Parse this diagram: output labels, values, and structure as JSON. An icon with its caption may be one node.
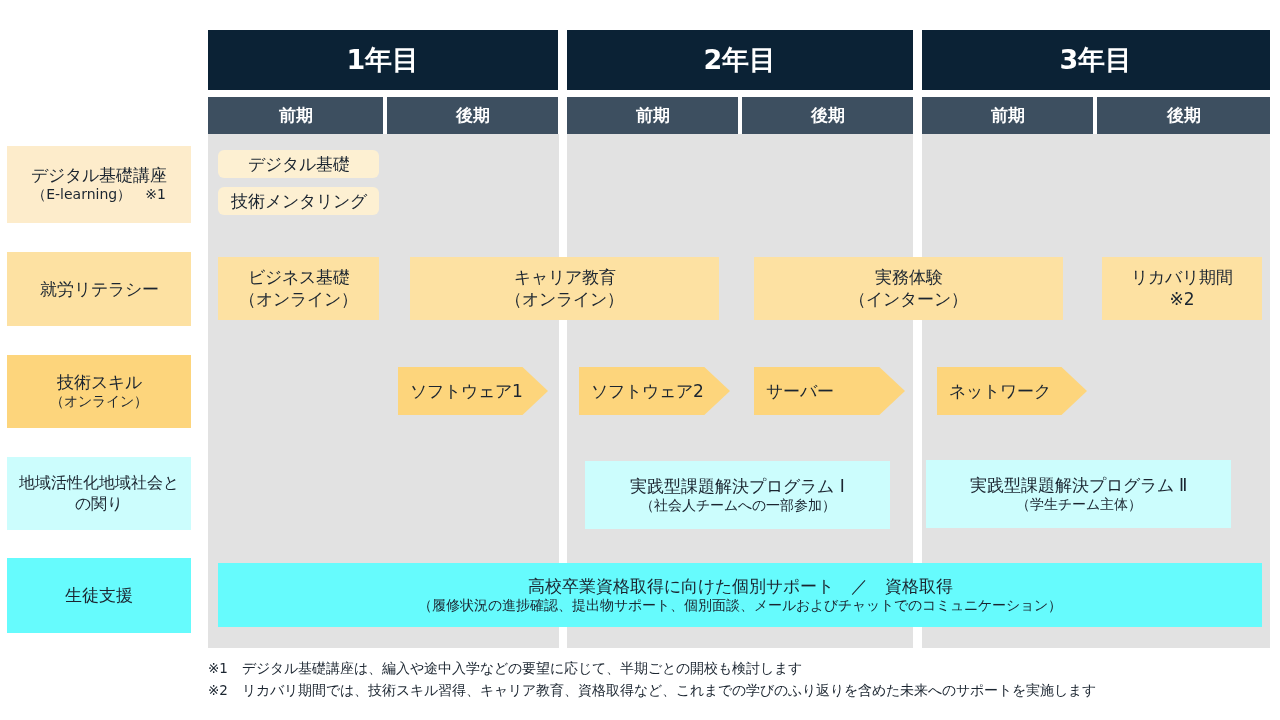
{
  "diagram": {
    "nodes": [
      {
        "text": [
          "1年目"
        ]
      },
      {
        "text": [
          "2年目"
        ]
      },
      {
        "text": [
          "3年目"
        ]
      },
      {
        "text": [
          "前期"
        ]
      },
      {
        "text": [
          "後期"
        ]
      },
      {
        "text": [
          "前期"
        ]
      },
      {
        "text": [
          "後期"
        ]
      },
      {
        "text": [
          "前期"
        ]
      },
      {
        "text": [
          "後期"
        ]
      },
      {
        "text": [
          "デジタル基礎講座",
          "（E-learning）　※1"
        ]
      },
      {
        "text": [
          "デジタル基礎"
        ]
      },
      {
        "text": [
          "技術メンタリング"
        ]
      },
      {
        "text": [
          "就労リテラシー"
        ]
      },
      {
        "text": [
          "ビジネス基礎",
          "（オンライン）"
        ]
      },
      {
        "text": [
          "キャリア教育",
          "（オンライン）"
        ]
      },
      {
        "text": [
          "実務体験",
          "（インターン）"
        ]
      },
      {
        "text": [
          "リカバリ期間",
          "※2"
        ]
      },
      {
        "text": [
          "技術スキル",
          "（オンライン）"
        ]
      },
      {
        "text": [
          "ソフトウェア1"
        ]
      },
      {
        "text": [
          "ソフトウェア2"
        ]
      },
      {
        "text": [
          "サーバー"
        ]
      },
      {
        "text": [
          "ネットワーク"
        ]
      },
      {
        "text": [
          "地域活性化地域社会との関り"
        ]
      },
      {
        "text": [
          "実践型課題解決プログラム Ⅰ",
          "（社会人チームへの一部参加）"
        ]
      },
      {
        "text": [
          "実践型課題解決プログラム Ⅱ",
          "（学生チーム主体）"
        ]
      },
      {
        "text": [
          "生徒支援"
        ]
      },
      {
        "text": [
          "高校卒業資格取得に向けた個別サポート　／　資格取得",
          "（履修状況の進捗確認、提出物サポート、個別面談、メールおよびチャットでのコミュニケーション）"
        ]
      }
    ],
    "labels": [
      "※1　デジタル基礎講座は、編入や途中入学などの要望に応じて、半期ごとの開校も検討します",
      "※2　リカバリ期間では、技術スキル習得、キャリア教育、資格取得など、これまでの学びのふり返りを含めた未来へのサポートを実施します"
    ]
  }
}
